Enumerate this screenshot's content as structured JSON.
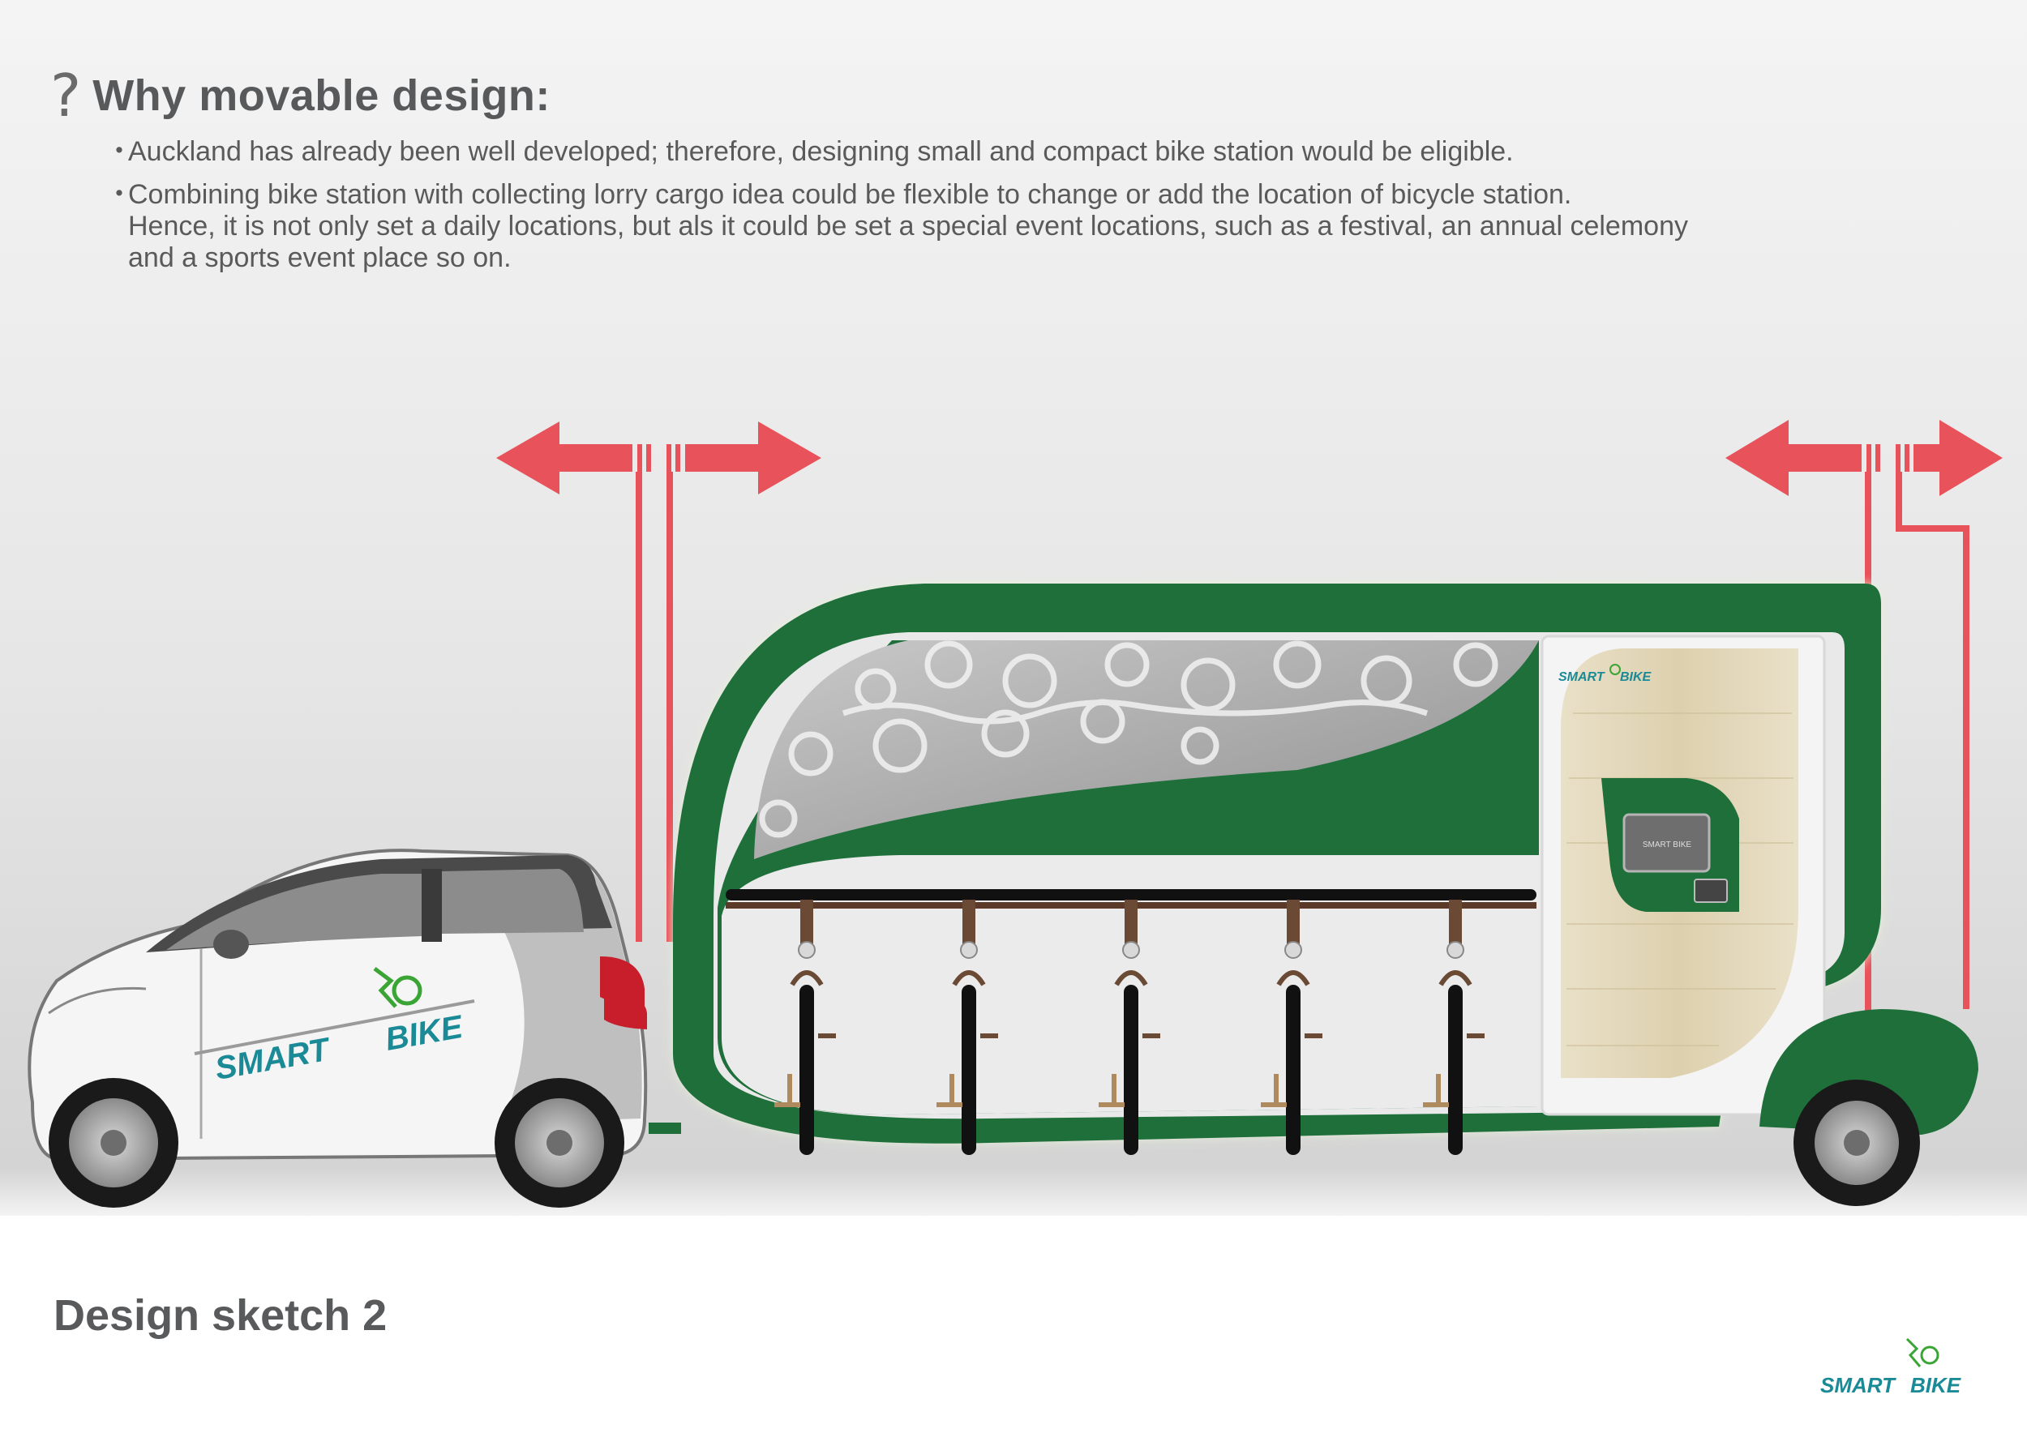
{
  "heading": {
    "icon": "question-mark-icon",
    "title": "Why movable design:"
  },
  "bullets": [
    {
      "marker": "・",
      "lines": [
        "Auckland has already been well developed; therefore, designing small and compact bike station would be eligible."
      ]
    },
    {
      "marker": "・",
      "lines": [
        "Combining bike station with collecting lorry cargo idea could be flexible to change or add the location of bicycle station.",
        "Hence, it is not only set a daily locations, but als it could be set a special event locations, such as a festival, an annual celemony",
        "and a sports event place so on."
      ]
    }
  ],
  "car": {
    "brand_left": "SMART",
    "brand_right": "BIKE"
  },
  "station": {
    "brand_left": "SMART",
    "brand_right": "BIKE",
    "screen_label": "SMART BIKE",
    "bike_count": 5
  },
  "footer": {
    "title": "Design sketch 2",
    "logo_left": "SMART",
    "logo_right": "BIKE"
  },
  "colors": {
    "brand_green": "#1e6f3a",
    "brand_teal": "#1a8a96",
    "logo_green": "#3aa535",
    "arrow_red": "#e8525a",
    "wood": "#e6dcc2"
  }
}
